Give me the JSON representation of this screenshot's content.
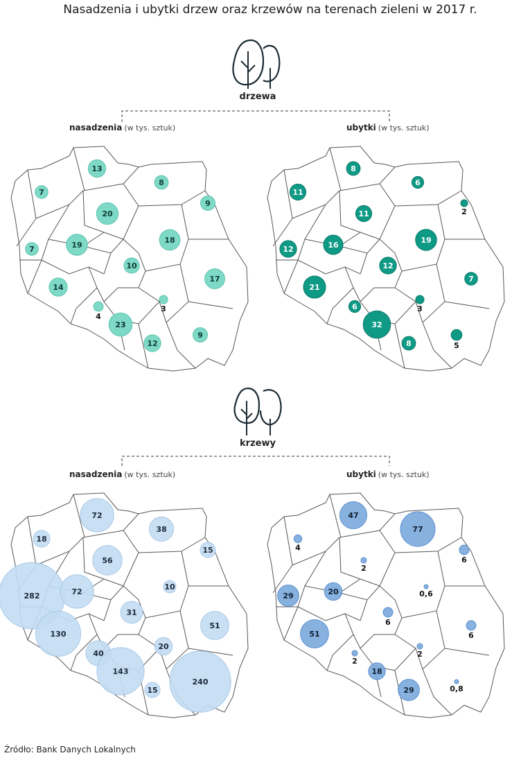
{
  "title": "Nasadzenia i ubytki drzew oraz krzewów na terenach zieleni w 2017 r.",
  "sections": [
    {
      "label": "drzewa",
      "icon": "trees-icon"
    },
    {
      "label": "krzewy",
      "icon": "trees-icon"
    }
  ],
  "headers": {
    "nasadzenia": "nasadzenia",
    "ubytki": "ubytki",
    "unit": "(w tys. sztuk)"
  },
  "colors": {
    "trees_planting": "#7ed9c7",
    "trees_loss": "#0f9a86",
    "shrubs_planting": "#c3dcf2",
    "shrubs_loss": "#7aa8dc"
  },
  "maps": [
    {
      "id": "drzewa-nasadzenia",
      "values": [
        "13",
        "8",
        "7",
        "20",
        "9",
        "7",
        "19",
        "18",
        "10",
        "14",
        "17",
        "4",
        "3",
        "23",
        "12",
        "9"
      ]
    },
    {
      "id": "drzewa-ubytki",
      "values": [
        "8",
        "6",
        "11",
        "11",
        "2",
        "12",
        "16",
        "19",
        "12",
        "21",
        "7",
        "6",
        "3",
        "32",
        "8",
        "5"
      ]
    },
    {
      "id": "krzewy-nasadzenia",
      "values": [
        "72",
        "38",
        "18",
        "56",
        "15",
        "282",
        "72",
        "10",
        "31",
        "130",
        "51",
        "40",
        "20",
        "143",
        "15",
        "240"
      ]
    },
    {
      "id": "krzewy-ubytki",
      "values": [
        "47",
        "77",
        "4",
        "2",
        "6",
        "29",
        "20",
        "0,6",
        "6",
        "51",
        "6",
        "2",
        "2",
        "18",
        "29",
        "0,8"
      ]
    }
  ],
  "source": "Źródło: Bank Danych Lokalnych"
}
